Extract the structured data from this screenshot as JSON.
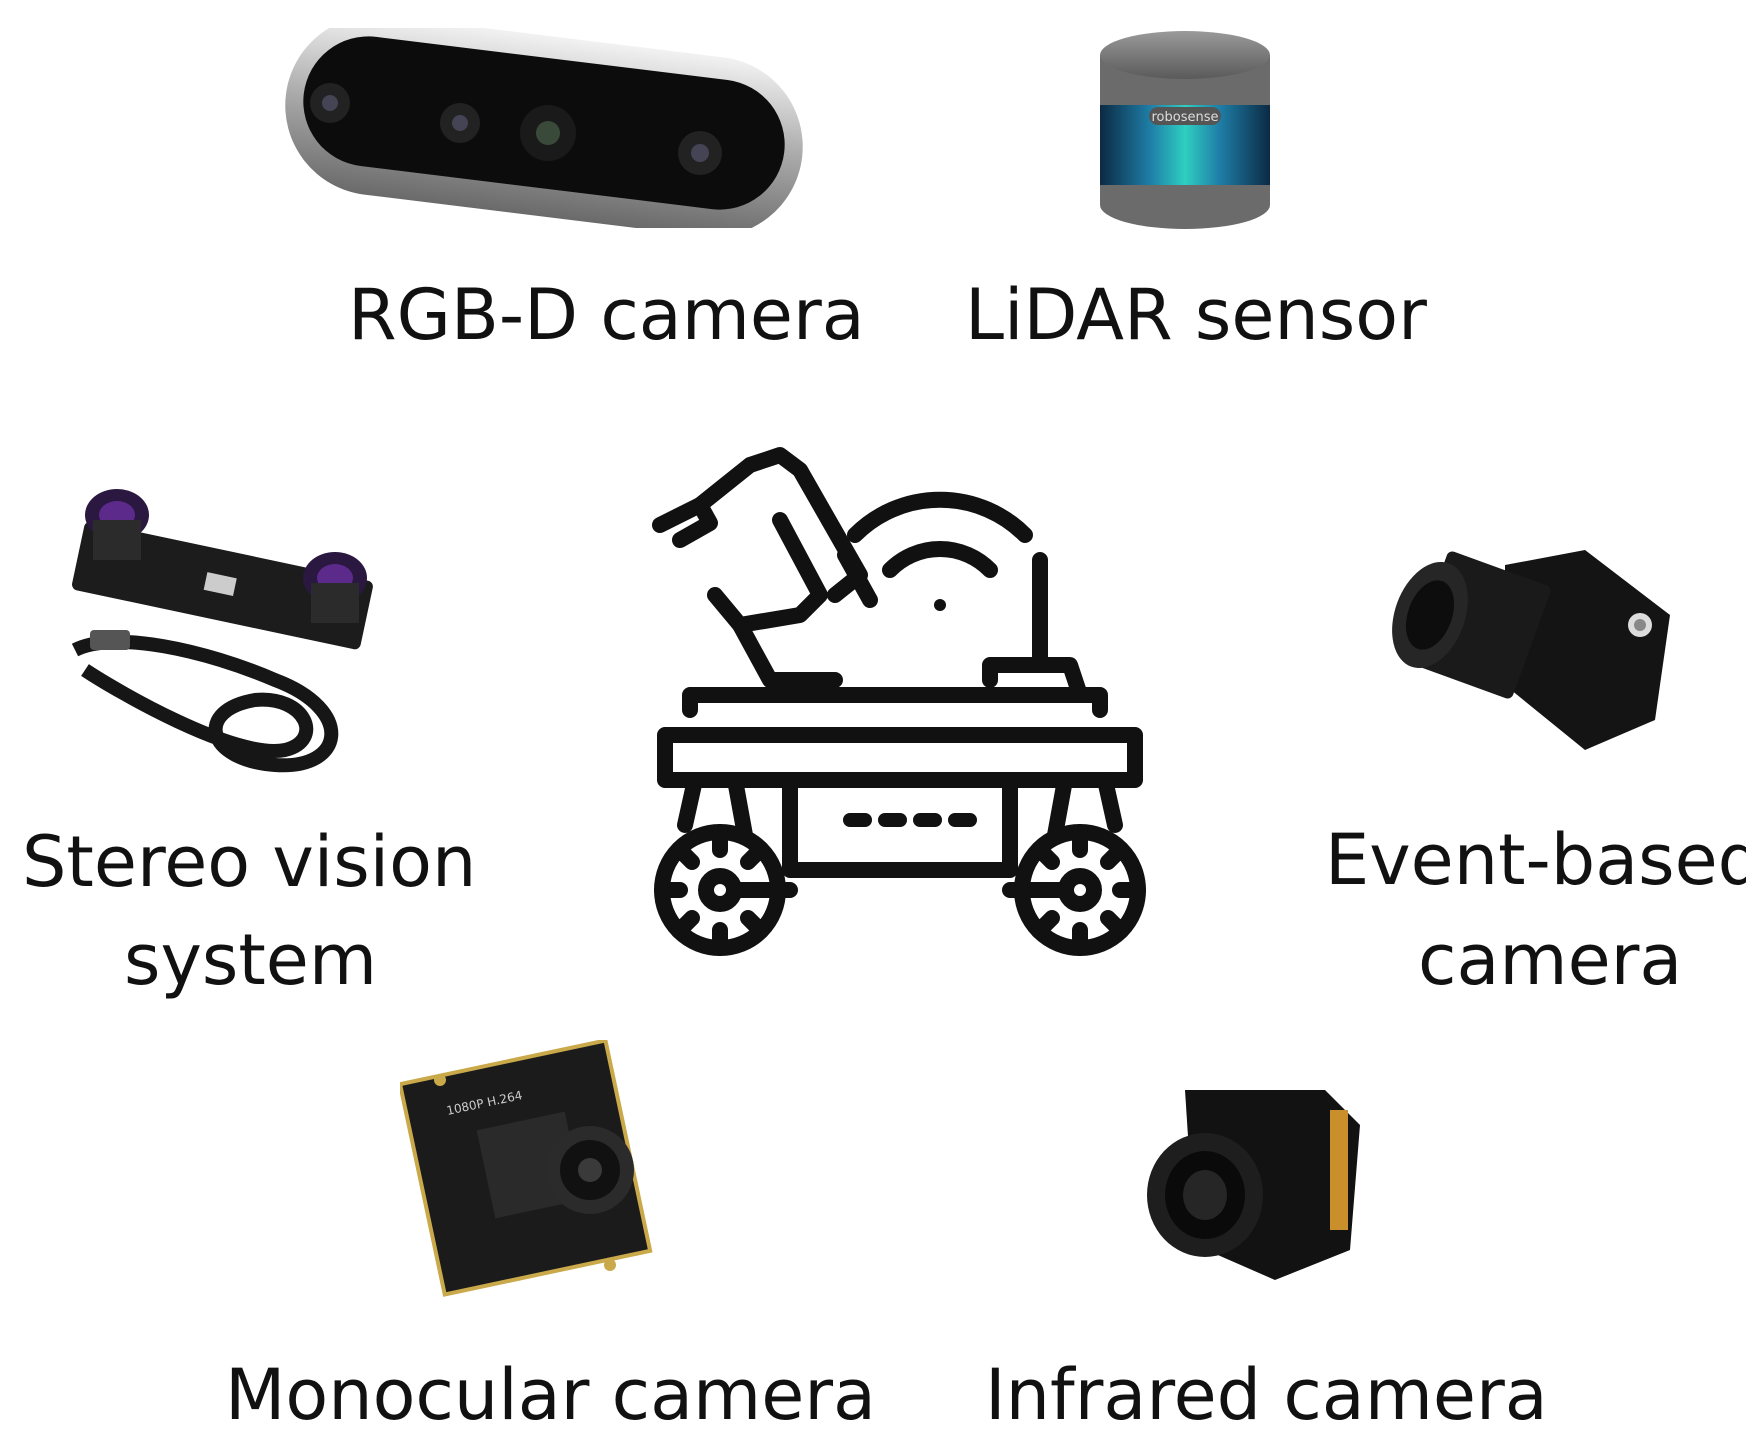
{
  "sensors": {
    "rgbd": {
      "label": "RGB-D camera",
      "icon": "rgbd-camera-icon"
    },
    "lidar": {
      "label": "LiDAR sensor",
      "icon": "lidar-sensor-icon",
      "brand_text": "robosense"
    },
    "stereo": {
      "label_line1": "Stereo vision",
      "label_line2": "system",
      "icon": "stereo-camera-icon"
    },
    "event": {
      "label_line1": "Event-based",
      "label_line2": "camera",
      "icon": "event-camera-icon"
    },
    "mono": {
      "label": "Monocular camera",
      "icon": "monocular-camera-icon",
      "board_text": "1080P H.264"
    },
    "infrared": {
      "label": "Infrared camera",
      "icon": "infrared-camera-icon"
    }
  },
  "center": {
    "icon": "robot-rover-icon"
  },
  "colors": {
    "text": "#111111",
    "background": "#ffffff",
    "icon_stroke": "#111111",
    "lidar_band": "#1f7fa8"
  }
}
